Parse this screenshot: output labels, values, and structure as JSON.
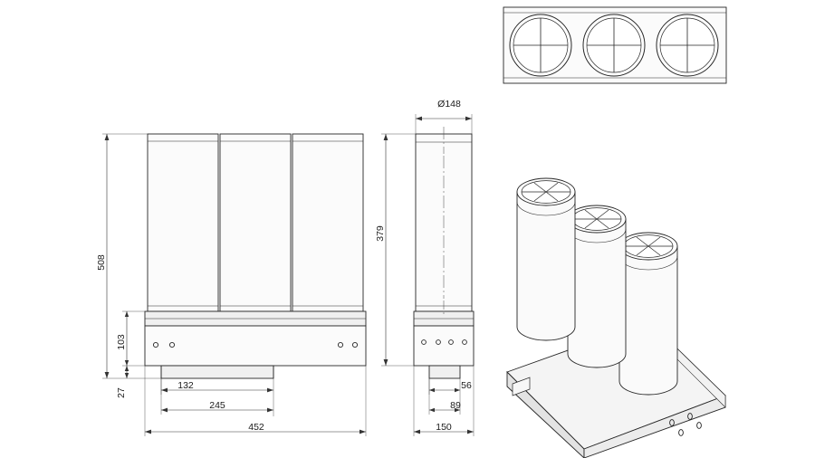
{
  "drawing": {
    "title": "technical-drawing-three-cylinder-filter-assembly",
    "line_color": "#262626",
    "dim_line_color": "#333333",
    "fill_light": "#fbfbfb",
    "fill_shade": "#f0f0f0",
    "fill_dark": "#e3e3e3"
  },
  "views": {
    "top_view": {
      "name": "top-view"
    },
    "front_view": {
      "name": "front-elevation-view"
    },
    "side_view": {
      "name": "side-elevation-view"
    },
    "iso_view": {
      "name": "isometric-view"
    }
  },
  "dimensions": {
    "front": {
      "height_total": "508",
      "base_height": "103",
      "foot_height": "27",
      "width_inner": "132",
      "width_mid": "245",
      "width_total": "452"
    },
    "side": {
      "diameter": "Ø148",
      "height_body": "379",
      "foot_width": "56",
      "base_width": "89",
      "depth_total": "150"
    }
  }
}
